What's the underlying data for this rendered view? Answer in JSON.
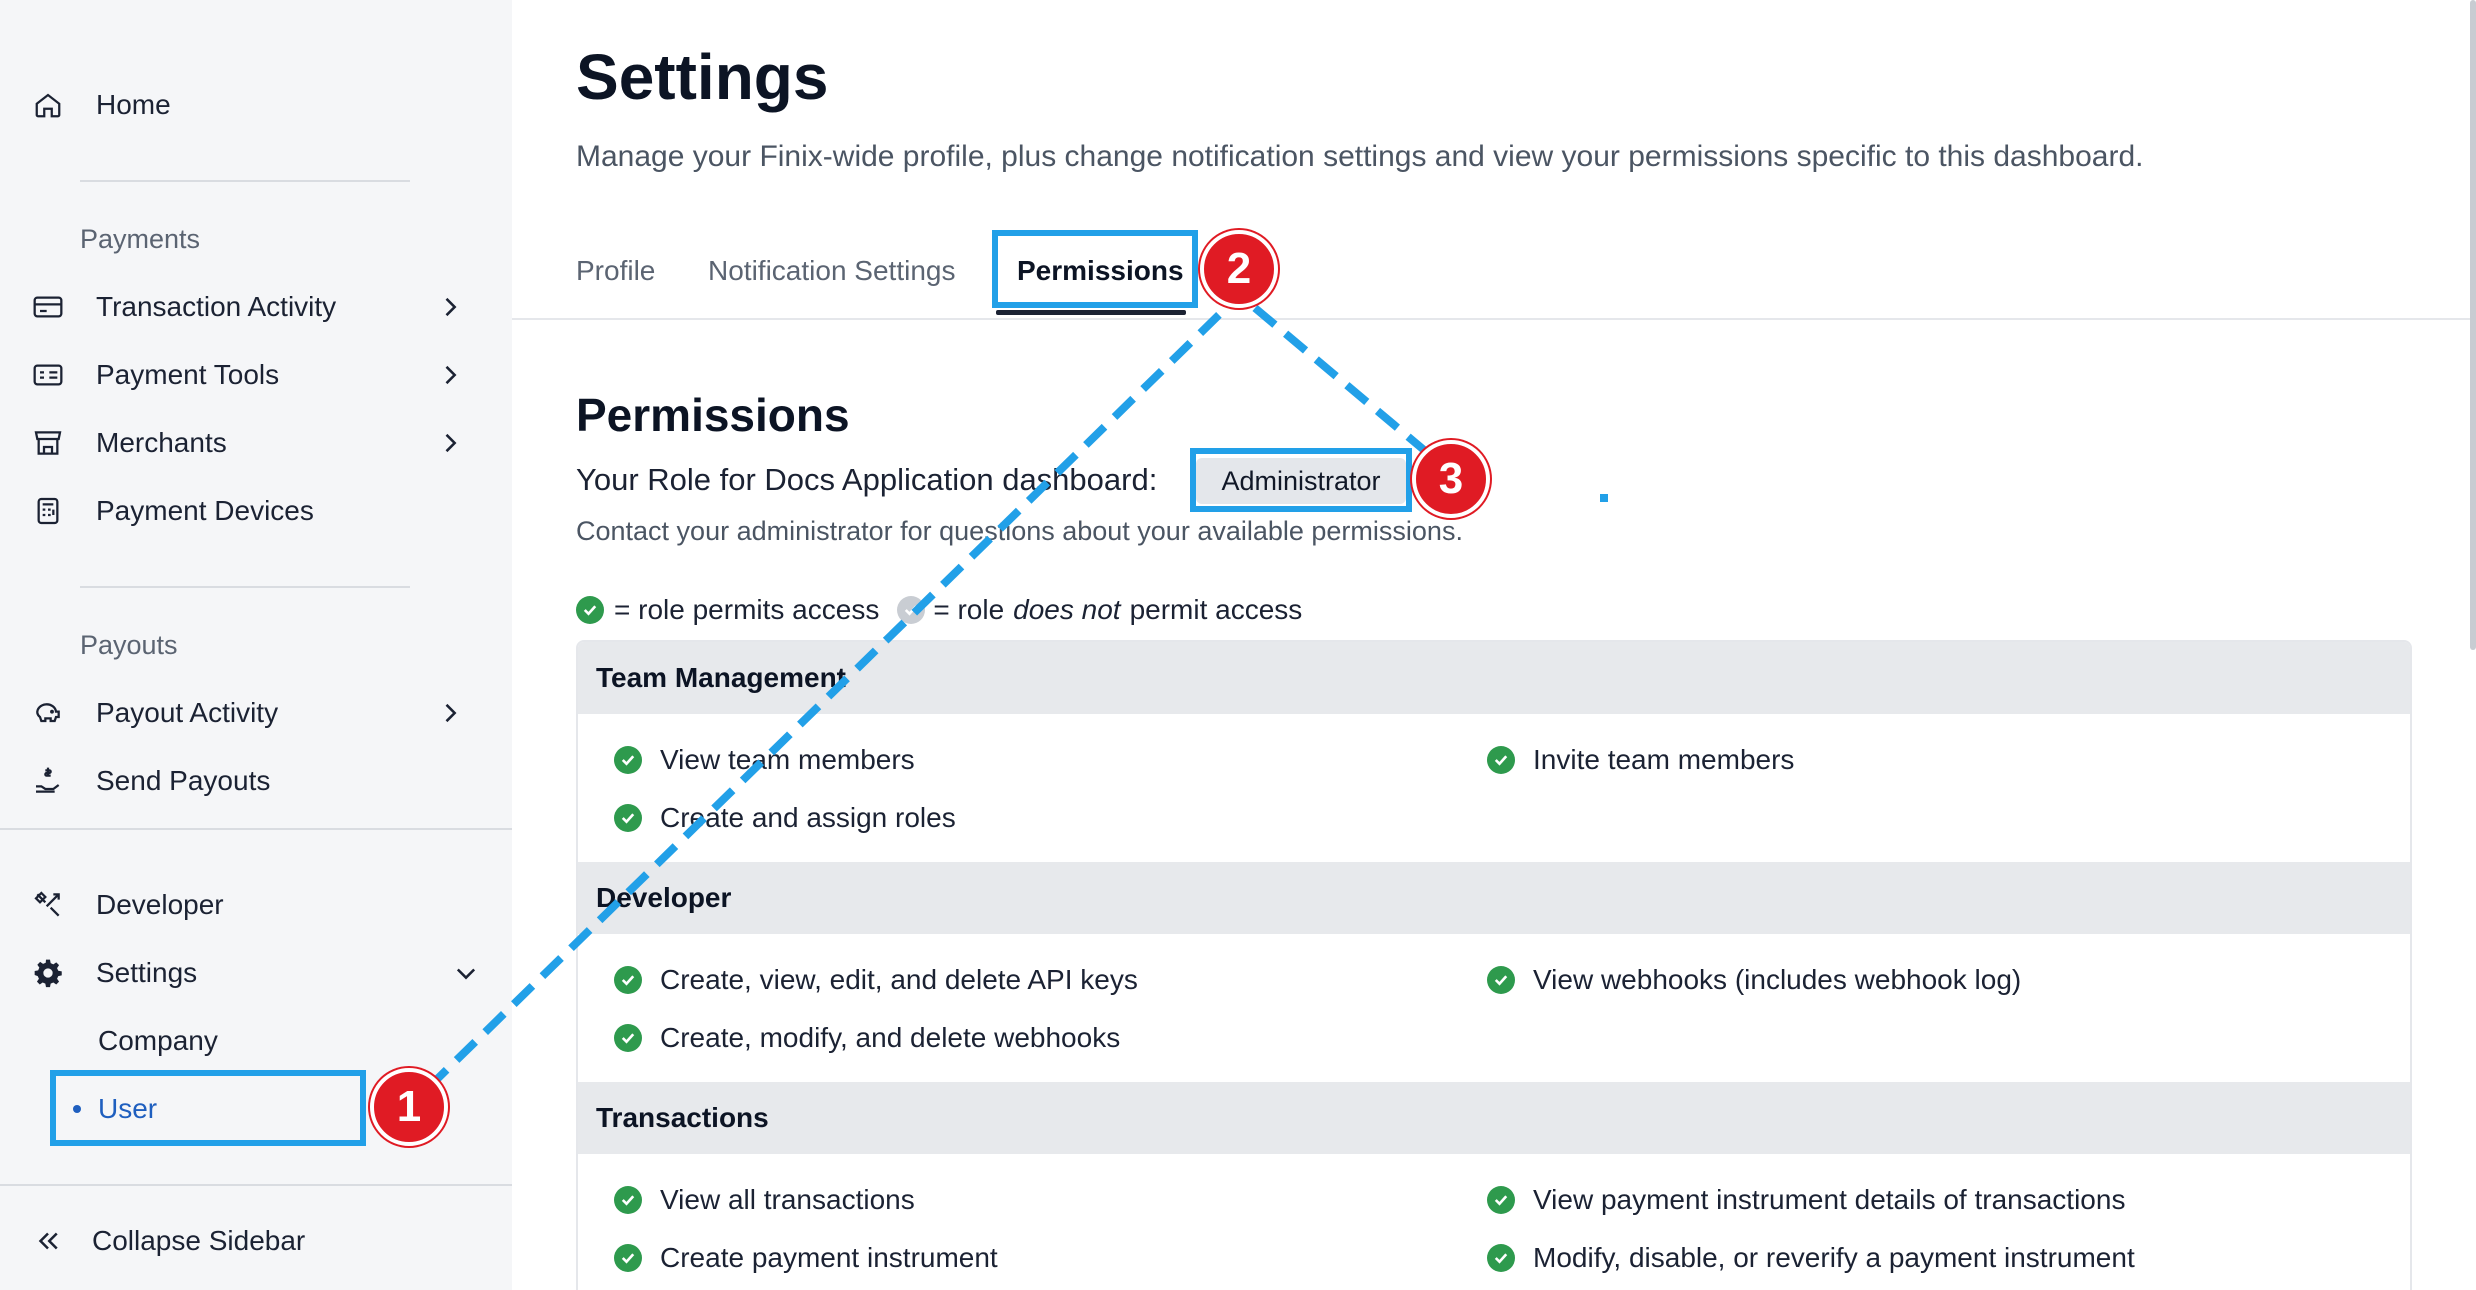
{
  "sidebar": {
    "home": "Home",
    "payments_section": "Payments",
    "payments_items": [
      "Transaction Activity",
      "Payment Tools",
      "Merchants",
      "Payment Devices"
    ],
    "payouts_section": "Payouts",
    "payouts_items": [
      "Payout Activity",
      "Send Payouts"
    ],
    "developer": "Developer",
    "settings": "Settings",
    "settings_sub": [
      "Company",
      "User"
    ],
    "collapse": "Collapse Sidebar"
  },
  "header": {
    "title": "Settings",
    "subtitle": "Manage your Finix-wide profile, plus change notification settings and view your permissions specific to this dashboard."
  },
  "tabs": [
    "Profile",
    "Notification Settings",
    "Permissions"
  ],
  "permissions": {
    "heading": "Permissions",
    "role_label": "Your Role for Docs Application dashboard:",
    "role_value": "Administrator",
    "contact": "Contact your administrator for questions about your available permissions.",
    "legend_permits": "= role permits access",
    "legend_no_prefix": "= role",
    "legend_no_em": "does not",
    "legend_no_suffix": "permit access",
    "groups": [
      {
        "name": "Team Management",
        "left": [
          "View team members",
          "Create and assign roles"
        ],
        "right": [
          "Invite team members"
        ]
      },
      {
        "name": "Developer",
        "left": [
          "Create, view, edit, and delete API keys",
          "Create, modify, and delete webhooks"
        ],
        "right": [
          "View webhooks (includes webhook log)"
        ]
      },
      {
        "name": "Transactions",
        "left": [
          "View all transactions",
          "Create payment instrument"
        ],
        "right": [
          "View payment instrument details of transactions",
          "Modify, disable, or reverify a payment instrument"
        ]
      }
    ]
  },
  "annotations": [
    "1",
    "2",
    "3"
  ],
  "colors": {
    "highlight": "#22a0e8",
    "badge": "#e01b24",
    "check": "#2e9a4d",
    "active_link": "#1f5fbf"
  }
}
